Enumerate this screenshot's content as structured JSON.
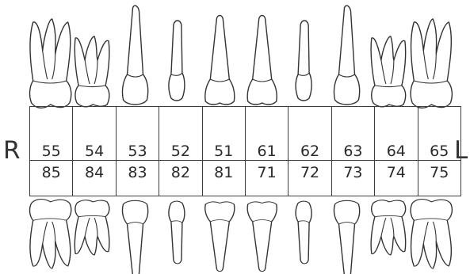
{
  "labels": {
    "right": "R",
    "left": "L"
  },
  "upper": [
    {
      "number": "55",
      "type": "molar2"
    },
    {
      "number": "54",
      "type": "molar1"
    },
    {
      "number": "53",
      "type": "canine"
    },
    {
      "number": "52",
      "type": "lateral"
    },
    {
      "number": "51",
      "type": "central"
    },
    {
      "number": "61",
      "type": "central"
    },
    {
      "number": "62",
      "type": "lateral"
    },
    {
      "number": "63",
      "type": "canine"
    },
    {
      "number": "64",
      "type": "molar1"
    },
    {
      "number": "65",
      "type": "molar2"
    }
  ],
  "lower": [
    {
      "number": "85",
      "type": "molar2"
    },
    {
      "number": "84",
      "type": "molar1"
    },
    {
      "number": "83",
      "type": "canine"
    },
    {
      "number": "82",
      "type": "lateral"
    },
    {
      "number": "81",
      "type": "central"
    },
    {
      "number": "71",
      "type": "central"
    },
    {
      "number": "72",
      "type": "lateral"
    },
    {
      "number": "73",
      "type": "canine"
    },
    {
      "number": "74",
      "type": "molar1"
    },
    {
      "number": "75",
      "type": "molar2"
    }
  ],
  "colors": {
    "outline": "#333333",
    "fill": "#ffffff",
    "shade": "#cfcfcf"
  }
}
